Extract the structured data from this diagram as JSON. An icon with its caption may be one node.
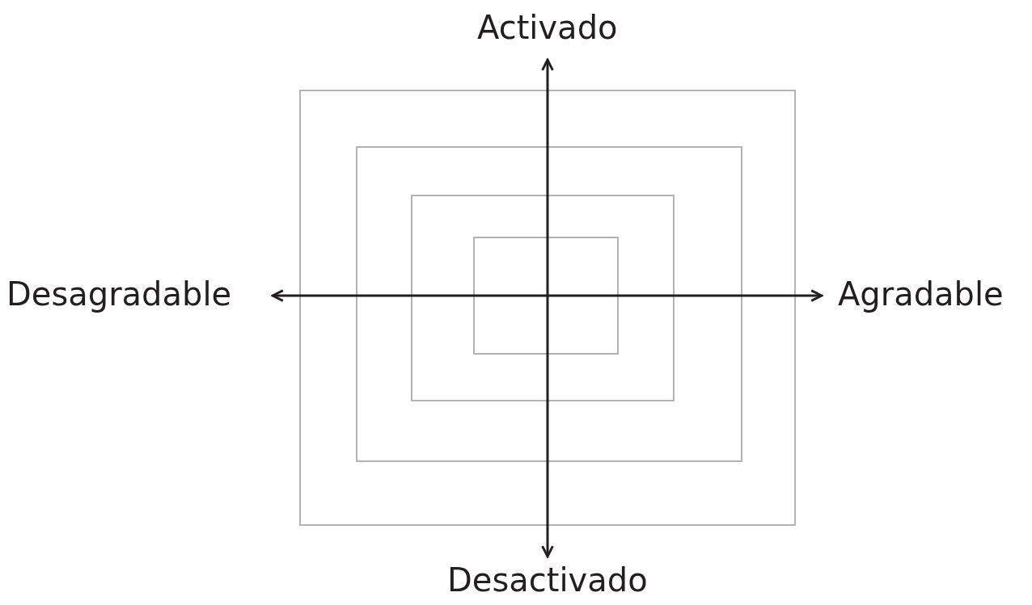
{
  "diagram": {
    "labels": [
      "Activado",
      "Desagradable",
      "Agradable",
      "Desactivado"
    ]
  }
}
